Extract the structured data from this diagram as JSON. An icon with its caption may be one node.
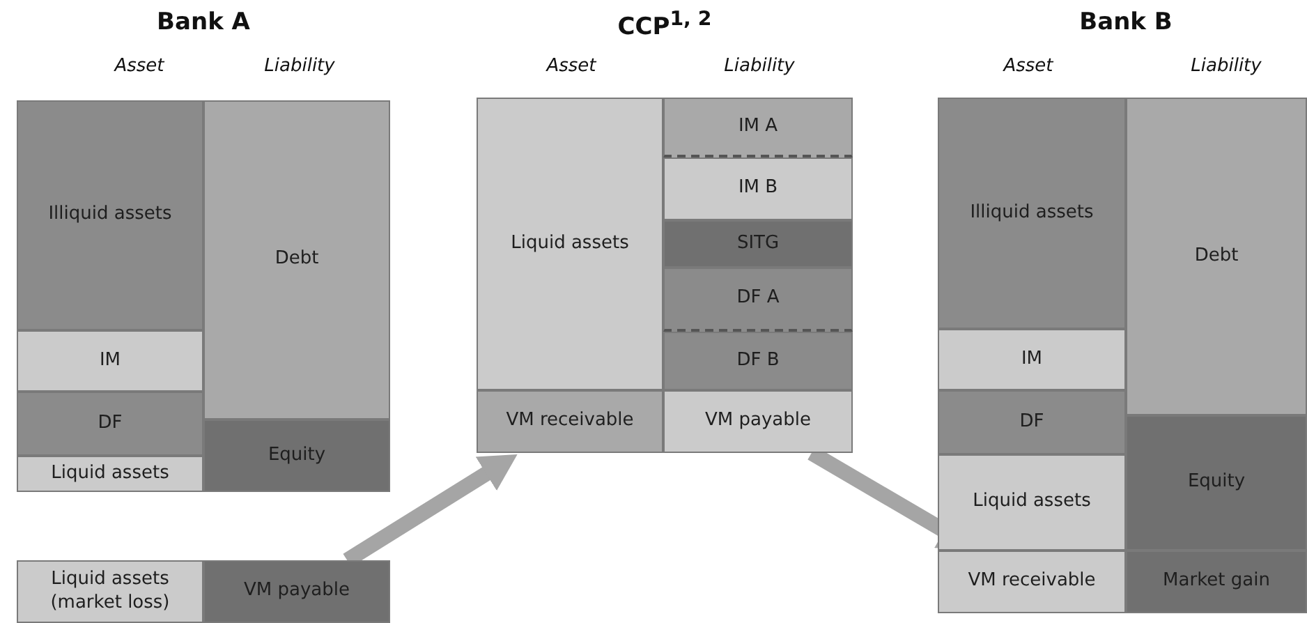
{
  "diagram": {
    "nodes": [
      {
        "text": [
          "Illiquid assets"
        ]
      },
      {
        "text": [
          "Debt"
        ]
      },
      {
        "text": [
          "IM"
        ]
      },
      {
        "text": [
          "DF"
        ]
      },
      {
        "text": [
          "Equity"
        ]
      },
      {
        "text": [
          "Liquid assets"
        ]
      },
      {
        "text": [
          "Liquid assets (market loss)"
        ]
      },
      {
        "text": [
          "VM payable"
        ]
      },
      {
        "text": [
          "IM A"
        ]
      },
      {
        "text": [
          "Liquid assets"
        ]
      },
      {
        "text": [
          "IM B"
        ]
      },
      {
        "text": [
          "SITG"
        ]
      },
      {
        "text": [
          "DF A"
        ]
      },
      {
        "text": [
          "DF B"
        ]
      },
      {
        "text": [
          "VM receivable"
        ]
      },
      {
        "text": [
          "VM payable"
        ]
      },
      {
        "text": [
          "Illiquid assets"
        ]
      },
      {
        "text": [
          "Debt"
        ]
      },
      {
        "text": [
          "IM"
        ]
      },
      {
        "text": [
          "DF"
        ]
      },
      {
        "text": [
          "Liquid assets"
        ]
      },
      {
        "text": [
          "Equity"
        ]
      },
      {
        "text": [
          "VM receivable"
        ]
      },
      {
        "text": [
          "Market gain"
        ]
      }
    ],
    "edges": [
      {
        "from": 7,
        "to": 14,
        "arrow": "to"
      },
      {
        "from": 15,
        "to": 22,
        "arrow": "to"
      }
    ],
    "labels": [
      "Bank A",
      "CCP$^{1, 2}$",
      "Bank B",
      "Asset",
      "Liability",
      "Asset",
      "Liability",
      "Asset",
      "Liability"
    ]
  }
}
